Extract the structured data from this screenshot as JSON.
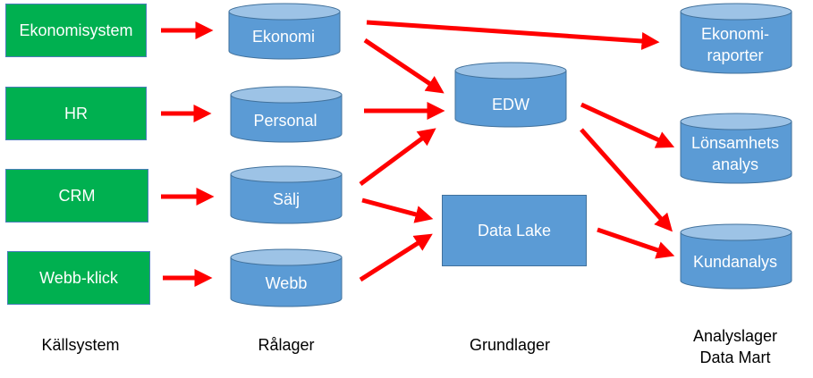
{
  "colors": {
    "source_fill": "#00b050",
    "store_fill": "#5b9bd5",
    "store_top": "#9dc3e6",
    "store_stroke": "#41719c",
    "arrow": "#ff0000",
    "text_on_shape": "#ffffff",
    "layer_text": "#000000"
  },
  "sources": [
    {
      "id": "ekonomisystem",
      "label": "Ekonomisystem"
    },
    {
      "id": "hr",
      "label": "HR"
    },
    {
      "id": "crm",
      "label": "CRM"
    },
    {
      "id": "webb-klick",
      "label": "Webb-klick"
    }
  ],
  "raw_layer": [
    {
      "id": "ekonomi",
      "label": "Ekonomi"
    },
    {
      "id": "personal",
      "label": "Personal"
    },
    {
      "id": "salj",
      "label": "Sälj"
    },
    {
      "id": "webb",
      "label": "Webb"
    }
  ],
  "base_layer": {
    "edw": {
      "id": "edw",
      "label": "EDW"
    },
    "data_lake": {
      "id": "data-lake",
      "label": "Data Lake"
    }
  },
  "analysis_layer": [
    {
      "id": "ekonomirapporter",
      "label_line1": "Ekonomi-",
      "label_line2": "raporter"
    },
    {
      "id": "lonsamhetsanalys",
      "label_line1": "Lönsamhets",
      "label_line2": "analys"
    },
    {
      "id": "kundanalys",
      "label_line1": "Kundanalys",
      "label_line2": ""
    }
  ],
  "layer_labels": {
    "sources": "Källsystem",
    "raw": "Rålager",
    "base": "Grundlager",
    "analysis_line1": "Analyslager",
    "analysis_line2": "Data Mart"
  },
  "connections": [
    {
      "from": "ekonomisystem",
      "to": "ekonomi"
    },
    {
      "from": "hr",
      "to": "personal"
    },
    {
      "from": "crm",
      "to": "salj"
    },
    {
      "from": "webb-klick",
      "to": "webb"
    },
    {
      "from": "ekonomi",
      "to": "ekonomirapporter"
    },
    {
      "from": "ekonomi",
      "to": "edw"
    },
    {
      "from": "personal",
      "to": "edw"
    },
    {
      "from": "salj",
      "to": "edw"
    },
    {
      "from": "salj",
      "to": "data-lake"
    },
    {
      "from": "webb",
      "to": "data-lake"
    },
    {
      "from": "edw",
      "to": "lonsamhetsanalys"
    },
    {
      "from": "edw",
      "to": "kundanalys"
    },
    {
      "from": "data-lake",
      "to": "kundanalys"
    }
  ]
}
